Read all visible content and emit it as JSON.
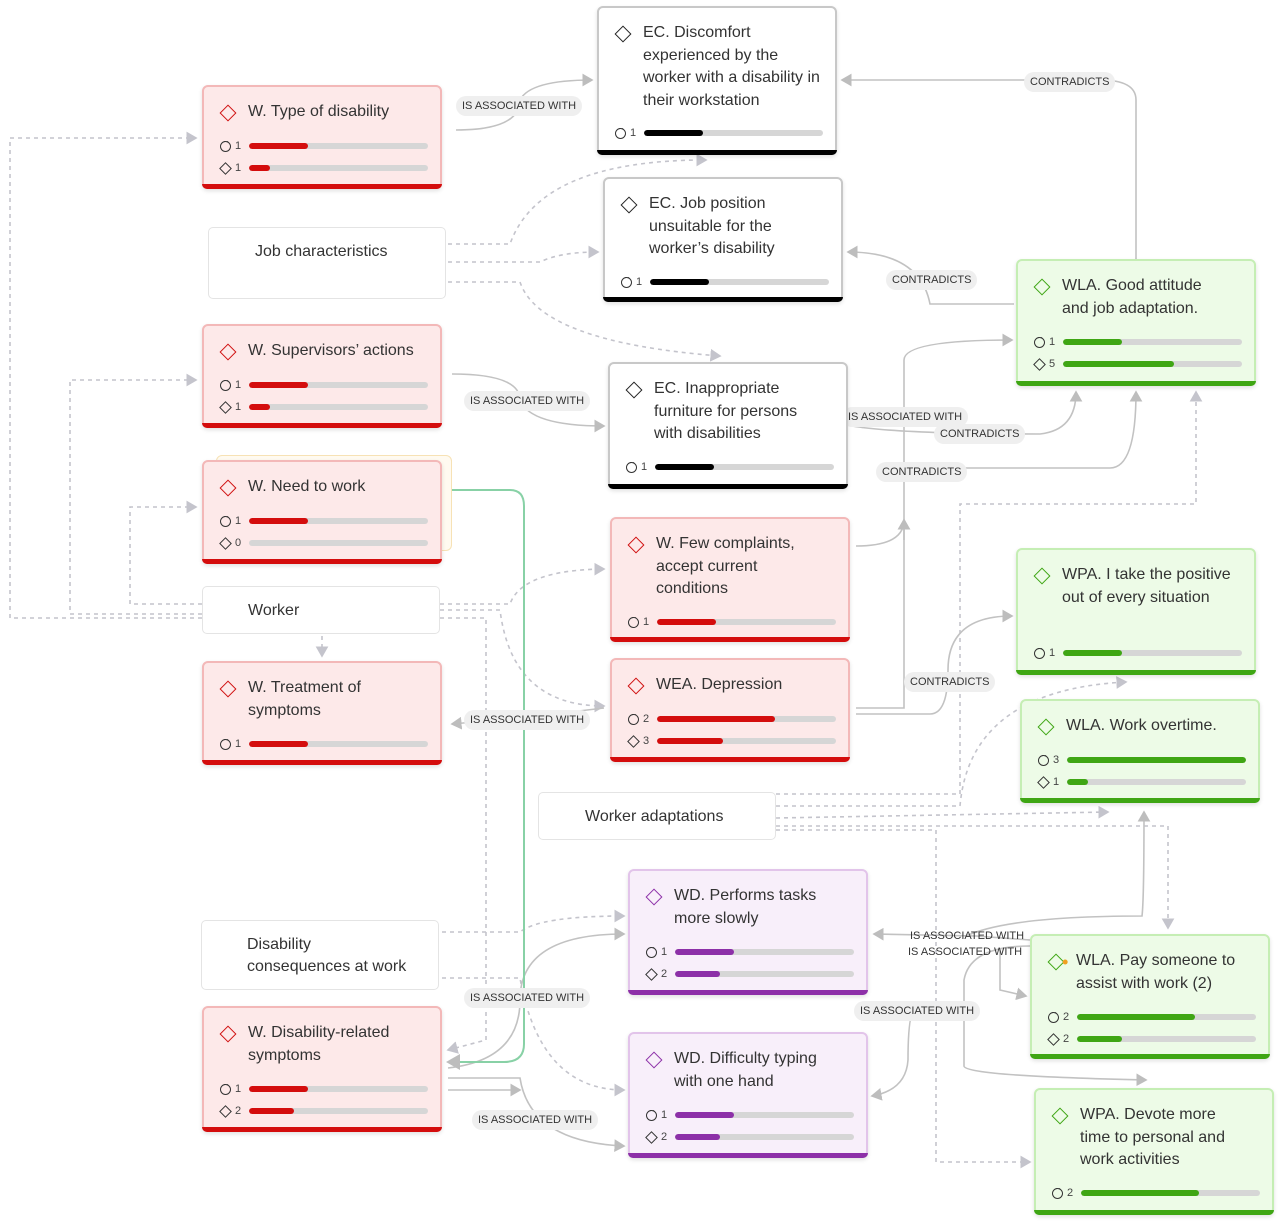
{
  "labels": {
    "is_associated_with": "IS ASSOCIATED WITH",
    "contradicts": "CONTRADICTS"
  },
  "colors": {
    "weakness": "#d40d0d",
    "environment": "#000000",
    "adaptation": "#3fa614",
    "disability": "#8d30a8",
    "track": "#d6d6d6"
  },
  "groups": {
    "job": "Job characteristics",
    "worker": "Worker",
    "adapt": "Worker adaptations",
    "disab": "Disability consequences at work"
  },
  "icons": {
    "code": "diamond-icon",
    "quote": "comment-icon",
    "link": "diamond-link-icon"
  },
  "nodes": {
    "type_disability": {
      "title": "W. Type of disability",
      "q": "1",
      "q_frac": 0.33,
      "c": "1",
      "c_frac": 0.12
    },
    "supervisors": {
      "title": "W. Supervisors’ actions",
      "q": "1",
      "q_frac": 0.33,
      "c": "1",
      "c_frac": 0.12
    },
    "need_work": {
      "title": "W. Need to work",
      "q": "1",
      "q_frac": 0.33,
      "c": "0",
      "c_frac": 0
    },
    "treatment": {
      "title": "W. Treatment of symptoms",
      "q": "1",
      "q_frac": 0.33
    },
    "disab_symptoms": {
      "title": "W. Disability-related symptoms",
      "q": "1",
      "q_frac": 0.33,
      "c": "2",
      "c_frac": 0.25
    },
    "discomfort": {
      "title": "EC. Discomfort experienced by the worker with a disability in their workstation",
      "q": "1",
      "q_frac": 0.33
    },
    "job_position": {
      "title": "EC. Job position unsuitable for the worker’s disability",
      "q": "1",
      "q_frac": 0.33
    },
    "furniture": {
      "title": "EC. Inappropriate furniture for persons with disabilities",
      "q": "1",
      "q_frac": 0.33
    },
    "few_complaints": {
      "title": "W. Few complaints, accept current conditions",
      "q": "1",
      "q_frac": 0.33
    },
    "depression": {
      "title": "WEA. Depression",
      "q": "2",
      "q_frac": 0.66,
      "c": "3",
      "c_frac": 0.37
    },
    "slowly": {
      "title": "WD. Performs tasks more slowly",
      "q": "1",
      "q_frac": 0.33,
      "c": "2",
      "c_frac": 0.25
    },
    "typing": {
      "title": "WD. Difficulty typing with one hand",
      "q": "1",
      "q_frac": 0.33,
      "c": "2",
      "c_frac": 0.25
    },
    "good_attitude": {
      "title": "WLA. Good attitude and job adaptation.",
      "q": "1",
      "q_frac": 0.33,
      "c": "5",
      "c_frac": 0.62
    },
    "positive": {
      "title": "WPA. I take the positive out of every situation",
      "q": "1",
      "q_frac": 0.33
    },
    "overtime": {
      "title": "WLA. Work overtime.",
      "q": "3",
      "q_frac": 1,
      "c": "1",
      "c_frac": 0.12
    },
    "pay_someone": {
      "title": "WLA. Pay someone to assist with work (2)",
      "q": "2",
      "q_frac": 0.66,
      "c": "2",
      "c_frac": 0.25
    },
    "devote": {
      "title": "WPA. Devote more time to personal and work activities",
      "q": "2",
      "q_frac": 0.66
    }
  }
}
